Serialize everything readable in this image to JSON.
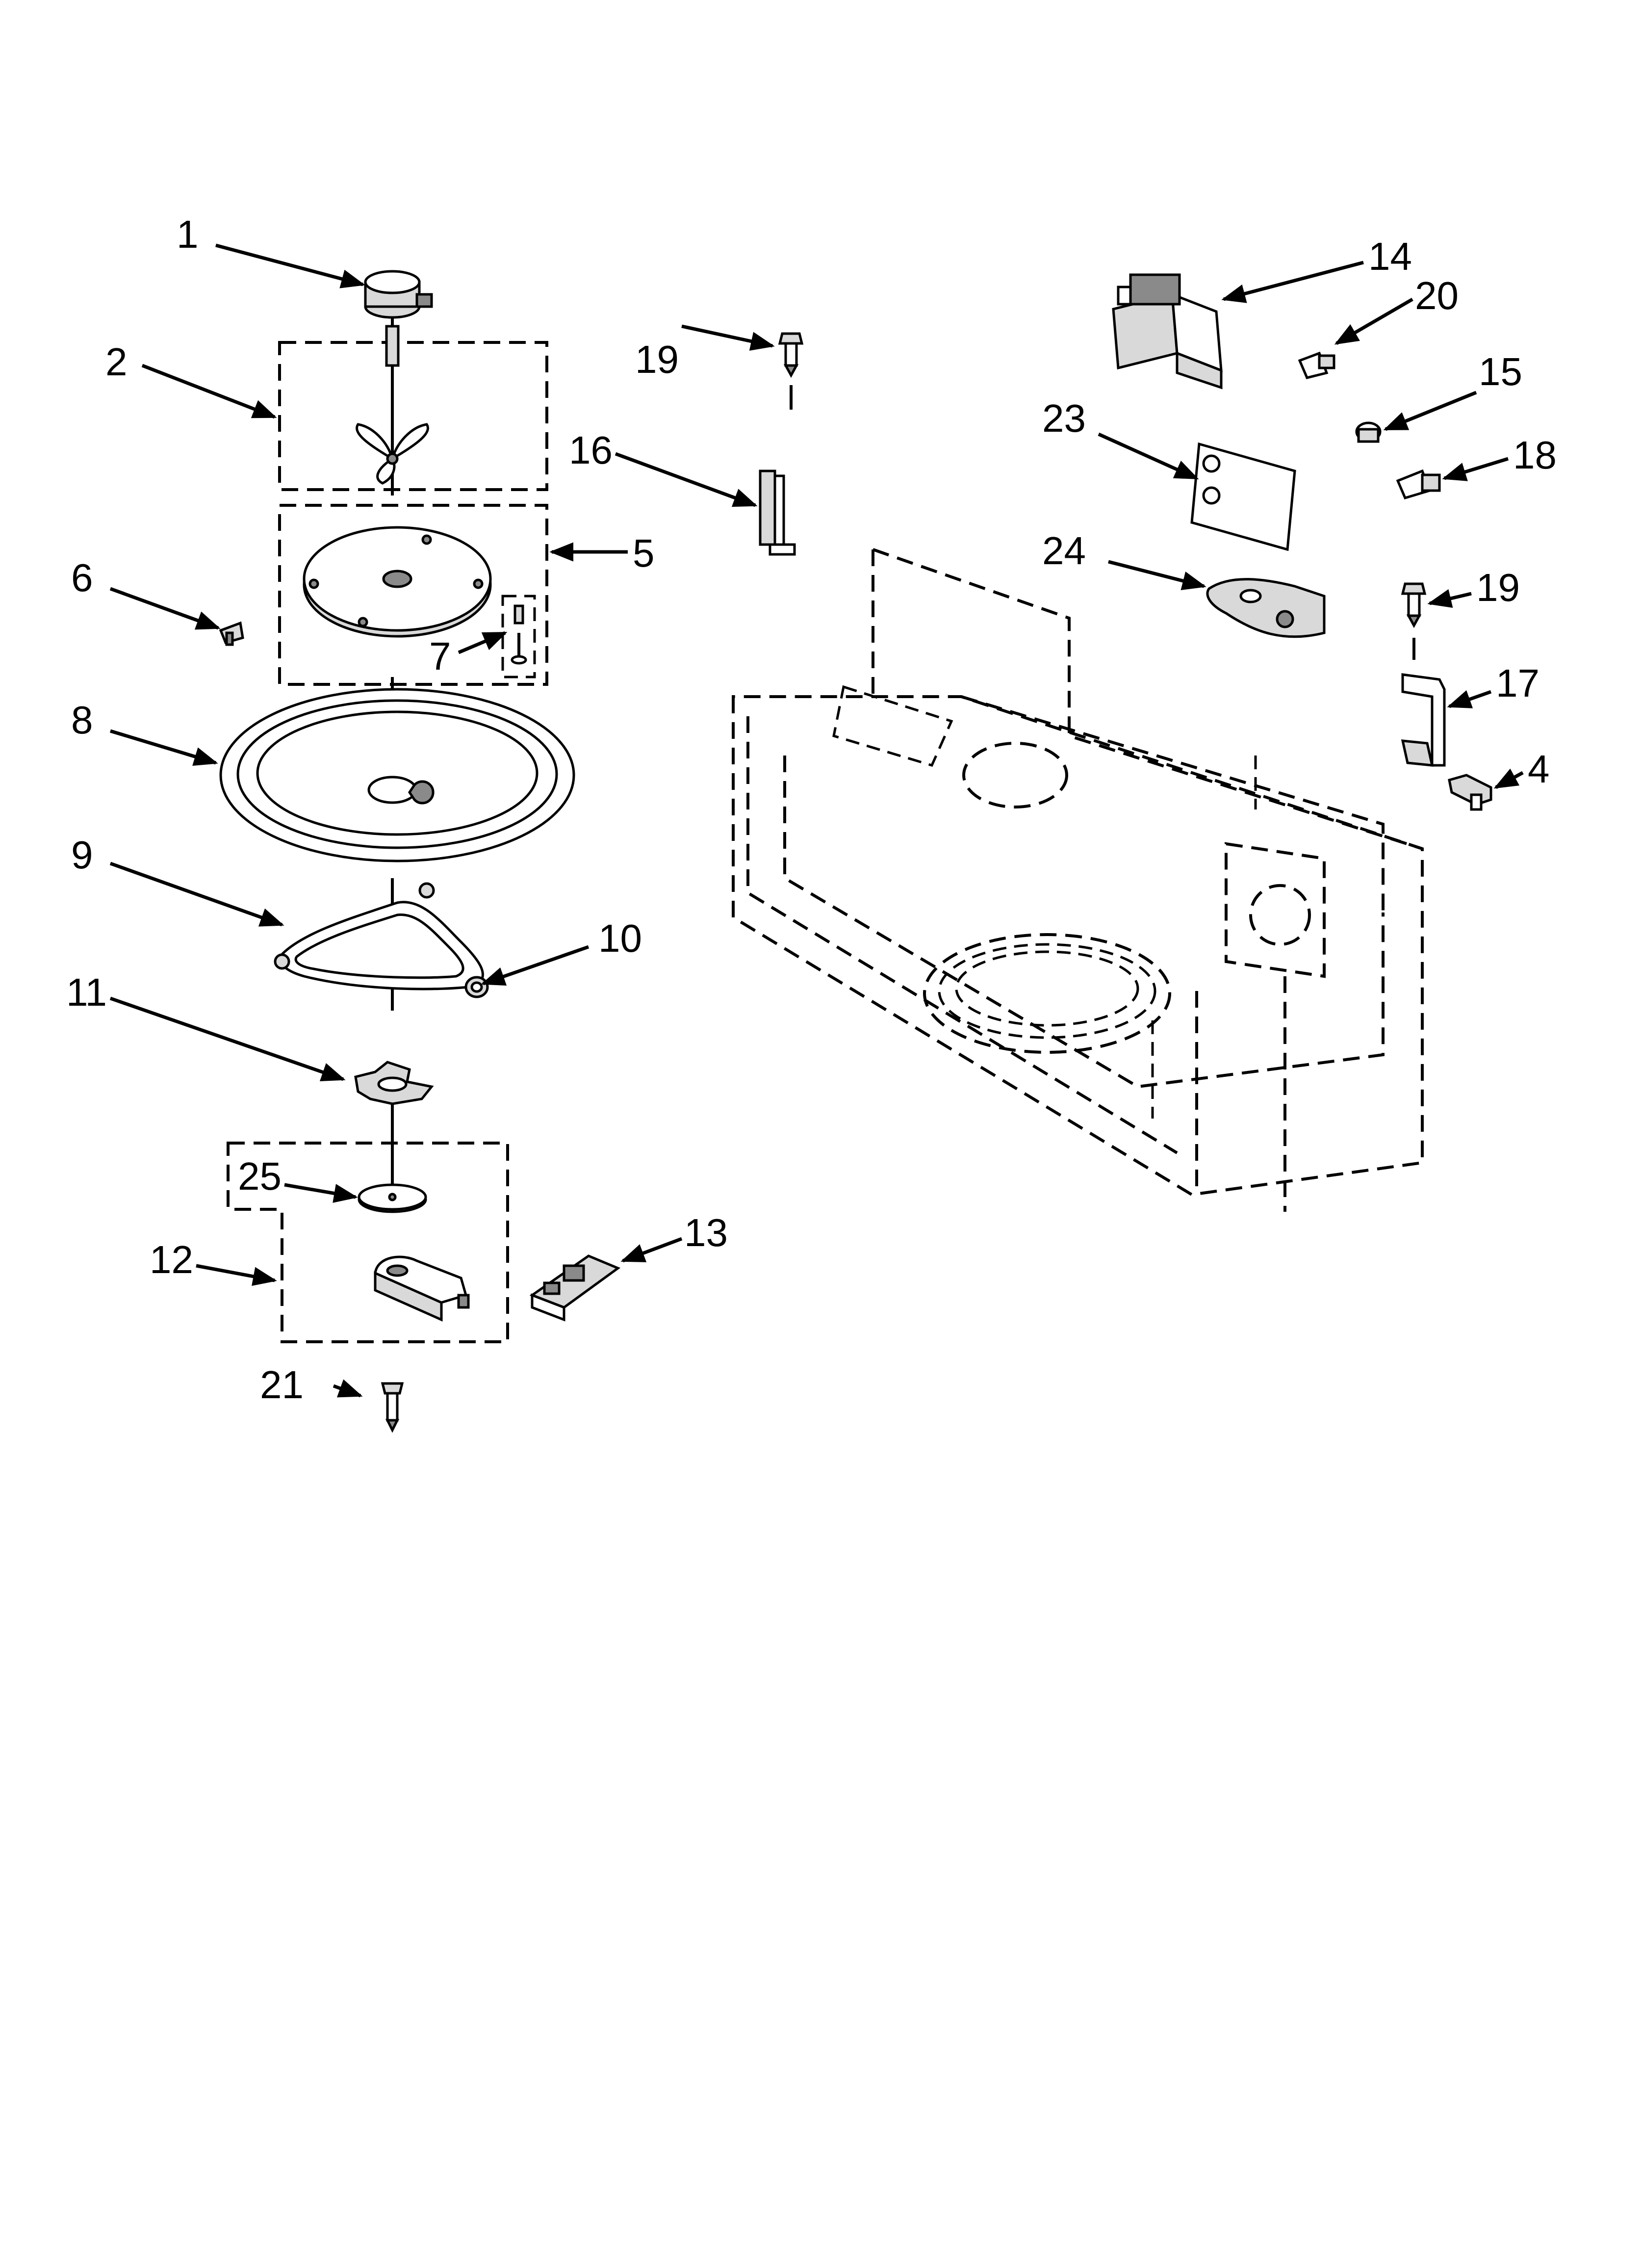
{
  "callouts": {
    "c1": "1",
    "c2": "2",
    "c4": "4",
    "c5": "5",
    "c6": "6",
    "c7": "7",
    "c8": "8",
    "c9": "9",
    "c10": "10",
    "c11": "11",
    "c12": "12",
    "c13": "13",
    "c14": "14",
    "c15": "15",
    "c16": "16",
    "c17": "17",
    "c18": "18",
    "c19a": "19",
    "c19b": "19",
    "c20": "20",
    "c21": "21",
    "c23": "23",
    "c24": "24",
    "c25": "25"
  },
  "parts": [
    {
      "id": "1",
      "icon": "motor-icon"
    },
    {
      "id": "2",
      "icon": "fan-blade-icon"
    },
    {
      "id": "4",
      "icon": "bracket-icon"
    },
    {
      "id": "5",
      "icon": "cover-plate-icon"
    },
    {
      "id": "6",
      "icon": "clip-icon"
    },
    {
      "id": "7",
      "icon": "screw-set-icon"
    },
    {
      "id": "8",
      "icon": "turntable-tray-icon"
    },
    {
      "id": "9",
      "icon": "roller-ring-icon"
    },
    {
      "id": "10",
      "icon": "roller-icon"
    },
    {
      "id": "11",
      "icon": "coupler-icon"
    },
    {
      "id": "12",
      "icon": "turntable-motor-icon"
    },
    {
      "id": "13",
      "icon": "switch-icon"
    },
    {
      "id": "14",
      "icon": "transformer-icon"
    },
    {
      "id": "15",
      "icon": "thermostat-icon"
    },
    {
      "id": "16",
      "icon": "bracket-icon"
    },
    {
      "id": "17",
      "icon": "bracket-icon"
    },
    {
      "id": "18",
      "icon": "screw-icon"
    },
    {
      "id": "19",
      "icon": "screw-icon"
    },
    {
      "id": "20",
      "icon": "screw-icon"
    },
    {
      "id": "21",
      "icon": "screw-icon"
    },
    {
      "id": "23",
      "icon": "insulator-icon"
    },
    {
      "id": "24",
      "icon": "mount-plate-icon"
    },
    {
      "id": "25",
      "icon": "washer-icon"
    }
  ]
}
